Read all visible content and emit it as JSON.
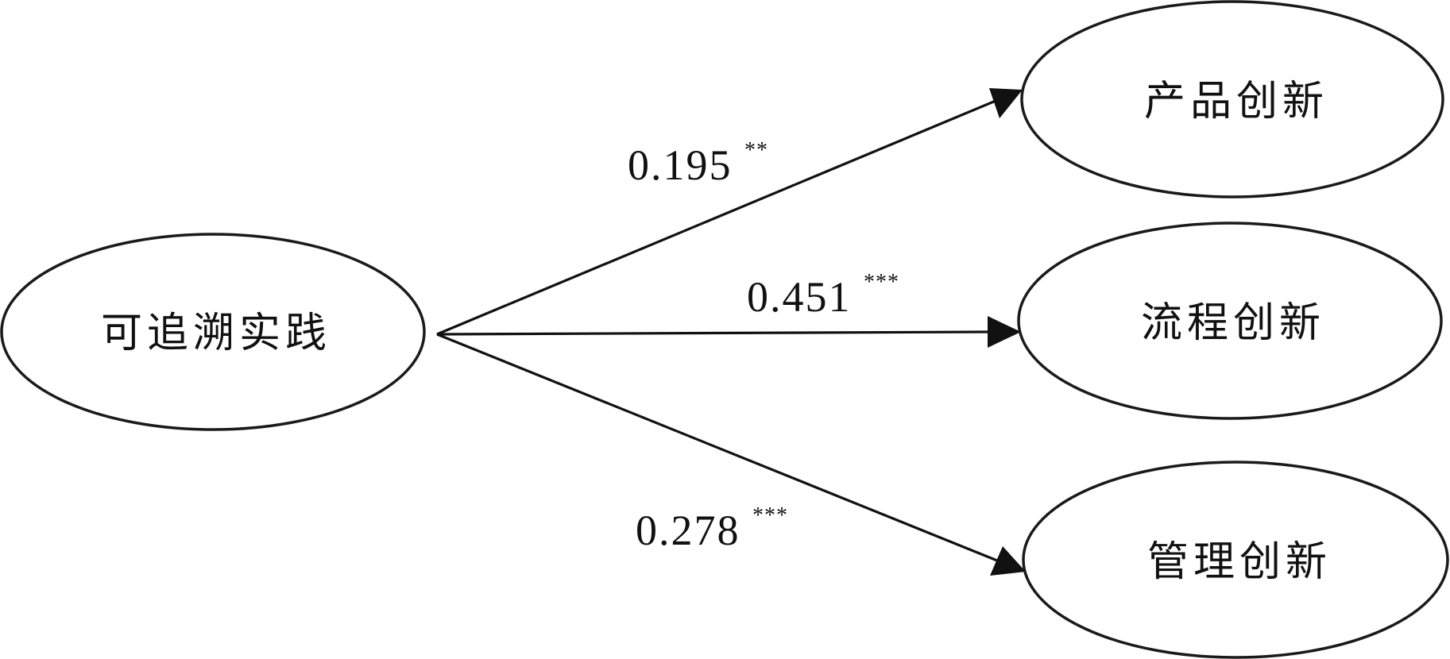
{
  "nodes": {
    "source": {
      "label": "可追溯实践"
    },
    "targets": [
      {
        "label": "产品创新"
      },
      {
        "label": "流程创新"
      },
      {
        "label": "管理创新"
      }
    ]
  },
  "paths": [
    {
      "from": "可追溯实践",
      "to": "产品创新",
      "coefficient": "0.195",
      "significance": "**"
    },
    {
      "from": "可追溯实践",
      "to": "流程创新",
      "coefficient": "0.451",
      "significance": "***"
    },
    {
      "from": "可追溯实践",
      "to": "管理创新",
      "coefficient": "0.278",
      "significance": "***"
    }
  ],
  "colors": {
    "stroke": "#111111",
    "background": "#ffffff"
  }
}
